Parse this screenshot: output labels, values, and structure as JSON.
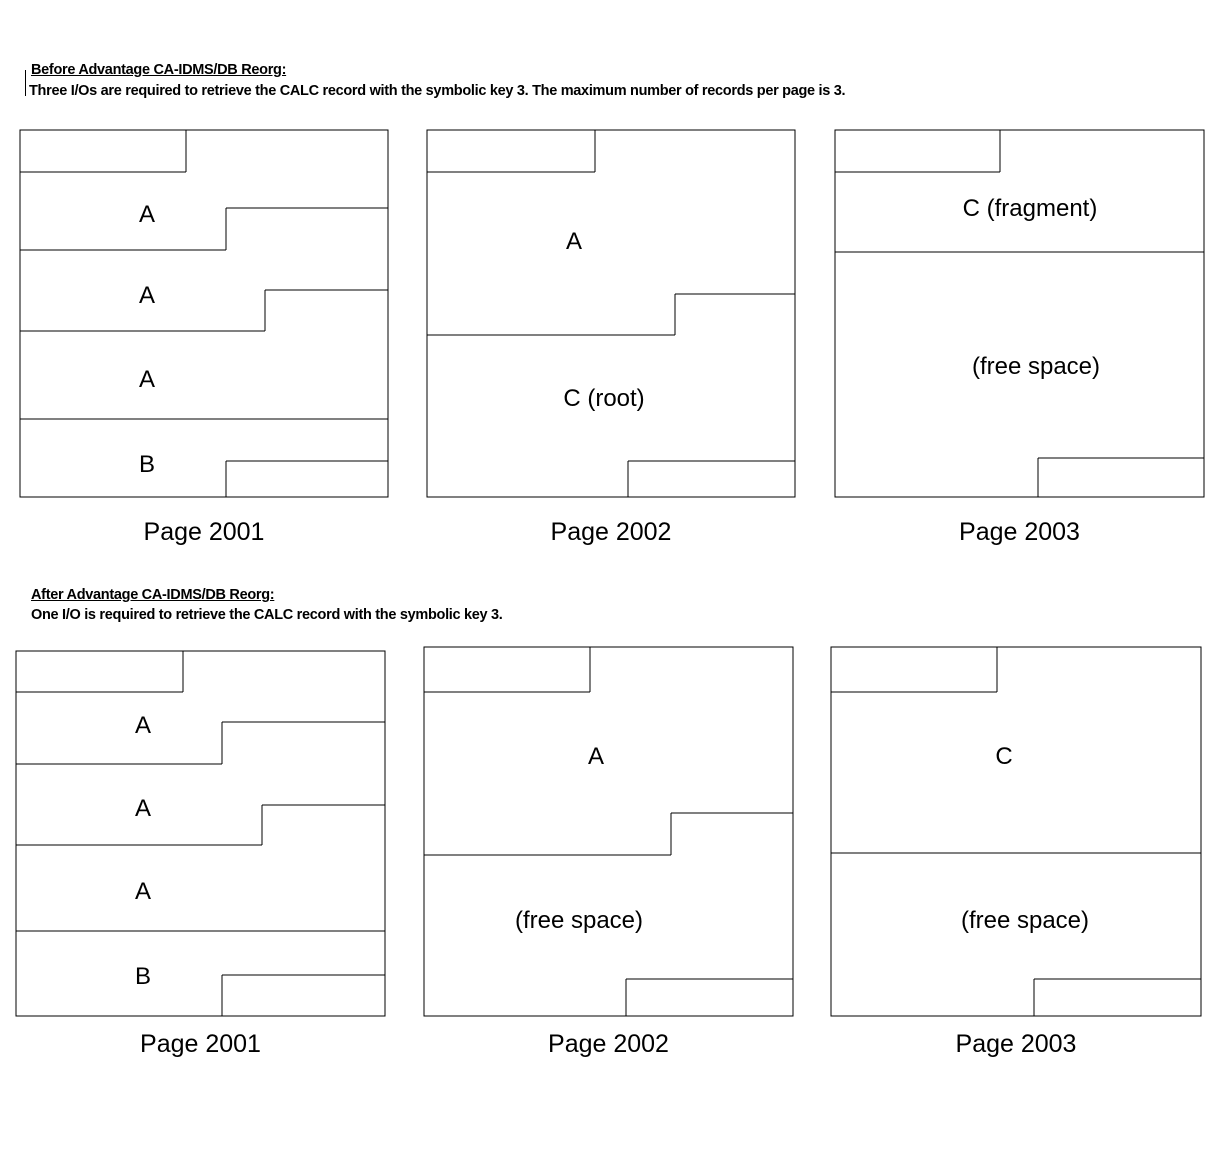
{
  "document": {
    "title": "Advantage CA-IDMS/DB Reorg page layout diagram",
    "background_color": "#ffffff",
    "line_color": "#000000",
    "text_color": "#000000"
  },
  "sections": [
    {
      "id": "before",
      "heading": "Before Advantage CA-IDMS/DB Reorg:",
      "description": "Three I/Os are required to retrieve the CALC record with the symbolic key 3.  The maximum number of records per page is 3.",
      "pages": [
        {
          "label": "Page 2001",
          "cells": [
            {
              "text": "A"
            },
            {
              "text": "A"
            },
            {
              "text": "A"
            },
            {
              "text": "B"
            }
          ]
        },
        {
          "label": "Page 2002",
          "cells": [
            {
              "text": "A"
            },
            {
              "text": "C (root)"
            }
          ]
        },
        {
          "label": "Page 2003",
          "cells": [
            {
              "text": "C (fragment)"
            },
            {
              "text": "(free space)"
            }
          ]
        }
      ]
    },
    {
      "id": "after",
      "heading": "After Advantage CA-IDMS/DB Reorg:",
      "description": "One I/O is required to retrieve the CALC record with the symbolic key 3.",
      "pages": [
        {
          "label": "Page 2001",
          "cells": [
            {
              "text": "A"
            },
            {
              "text": "A"
            },
            {
              "text": "A"
            },
            {
              "text": "B"
            }
          ]
        },
        {
          "label": "Page 2002",
          "cells": [
            {
              "text": "A"
            },
            {
              "text": "(free space)"
            }
          ]
        },
        {
          "label": "Page 2003",
          "cells": [
            {
              "text": "C"
            },
            {
              "text": "(free space)"
            }
          ]
        }
      ]
    }
  ],
  "cell_text": {
    "a": "A",
    "b": "B",
    "c": "C",
    "c_root": "C (root)",
    "c_fragment": "C (fragment)",
    "free_space": "(free space)"
  },
  "page_labels": {
    "p2001": "Page 2001",
    "p2002": "Page 2002",
    "p2003": "Page 2003"
  }
}
